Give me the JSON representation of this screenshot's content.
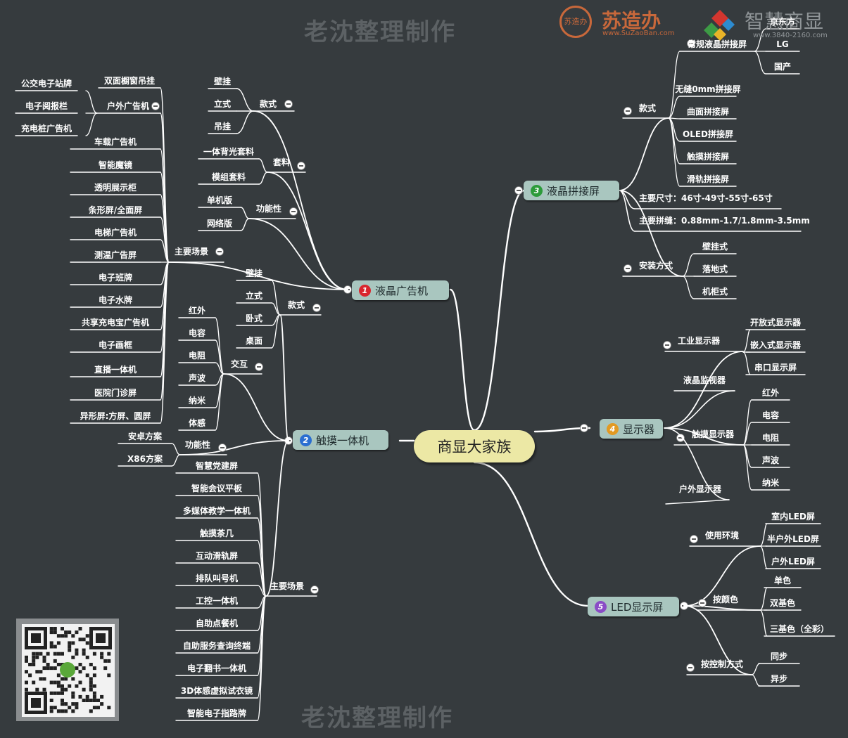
{
  "watermark": {
    "top": "老沈整理制作",
    "bottom": "老沈整理制作"
  },
  "logos": {
    "suzaoban": {
      "name": "苏造办",
      "url": "www.SuZaoBan.com",
      "seal": "苏造办"
    },
    "zhihui": {
      "name": "智慧商显",
      "url": "www.3840-2160.com"
    }
  },
  "center": "商显大家族",
  "branches": {
    "b1": {
      "num": "1",
      "label": "液晶广告机",
      "color": "#d9262e"
    },
    "b2": {
      "num": "2",
      "label": "触摸一体机",
      "color": "#2a6ed1"
    },
    "b3": {
      "num": "3",
      "label": "液晶拼接屏",
      "color": "#2c9b3a"
    },
    "b4": {
      "num": "4",
      "label": "显示器",
      "color": "#e29a23"
    },
    "b5": {
      "num": "5",
      "label": "LED显示屏",
      "color": "#8a4cc6"
    }
  },
  "b1": {
    "style": {
      "label": "款式",
      "items": [
        "壁挂",
        "立式",
        "吊挂"
      ]
    },
    "kit": {
      "label": "套料",
      "items": [
        "一体背光套料",
        "模组套料"
      ]
    },
    "func": {
      "label": "功能性",
      "items": [
        "单机版",
        "网络版"
      ]
    },
    "scenes": {
      "label": "主要场景",
      "items": [
        "双面橱窗吊挂",
        "户外广告机",
        "车载广告机",
        "智能魔镜",
        "透明展示柜",
        "条形屏/全面屏",
        "电梯广告机",
        "测温广告屏",
        "电子班牌",
        "电子水牌",
        "共享充电宝广告机",
        "电子画框",
        "直播一体机",
        "医院门诊屏",
        "异形屏:方屏、圆屏"
      ],
      "outdoor": [
        "公交电子站牌",
        "电子阅报栏",
        "充电桩广告机"
      ]
    }
  },
  "b2": {
    "style": {
      "label": "款式",
      "items": [
        "壁挂",
        "立式",
        "卧式",
        "桌面"
      ]
    },
    "interact": {
      "label": "交互",
      "items": [
        "红外",
        "电容",
        "电阻",
        "声波",
        "纳米",
        "体感"
      ]
    },
    "func": {
      "label": "功能性",
      "items": [
        "安卓方案",
        "X86方案"
      ]
    },
    "scenes": {
      "label": "主要场景",
      "items": [
        "智慧党建屏",
        "智能会议平板",
        "多媒体教学一体机",
        "触摸茶几",
        "互动滑轨屏",
        "排队叫号机",
        "工控一体机",
        "自助点餐机",
        "自助服务查询终端",
        "电子翻书一体机",
        "3D体感虚拟试衣镜",
        "智能电子指路牌"
      ]
    }
  },
  "b3": {
    "style": {
      "label": "款式",
      "items": [
        "常规液晶拼接屏",
        "无缝0mm拼接屏",
        "曲面拼接屏",
        "OLED拼接屏",
        "触摸拼接屏",
        "滑轨拼接屏"
      ],
      "brands": [
        "京东方",
        "LG",
        "国产"
      ]
    },
    "size": "主要尺寸：46寸-49寸-55寸-65寸",
    "seam": "主要拼缝：0.88mm-1.7/1.8mm-3.5mm",
    "install": {
      "label": "安装方式",
      "items": [
        "壁挂式",
        "落地式",
        "机柜式"
      ]
    }
  },
  "b4": {
    "industrial": {
      "label": "工业显示器",
      "items": [
        "开放式显示器",
        "嵌入式显示器",
        "串口显示屏"
      ]
    },
    "monitor": "液晶监视器",
    "touch": {
      "label": "触摸显示器",
      "items": [
        "红外",
        "电容",
        "电阻",
        "声波",
        "纳米"
      ]
    },
    "outdoor": "户外显示器"
  },
  "b5": {
    "env": {
      "label": "使用环境",
      "items": [
        "室内LED屏",
        "半户外LED屏",
        "户外LED屏"
      ]
    },
    "color": {
      "label": "按颜色",
      "items": [
        "单色",
        "双基色",
        "三基色（全彩）"
      ]
    },
    "ctrl": {
      "label": "按控制方式",
      "items": [
        "同步",
        "异步"
      ]
    }
  },
  "colors": {
    "background": "#363b3e",
    "branch": "#a9c6bf",
    "center": "#ece8a5",
    "line": "#ffffff"
  }
}
